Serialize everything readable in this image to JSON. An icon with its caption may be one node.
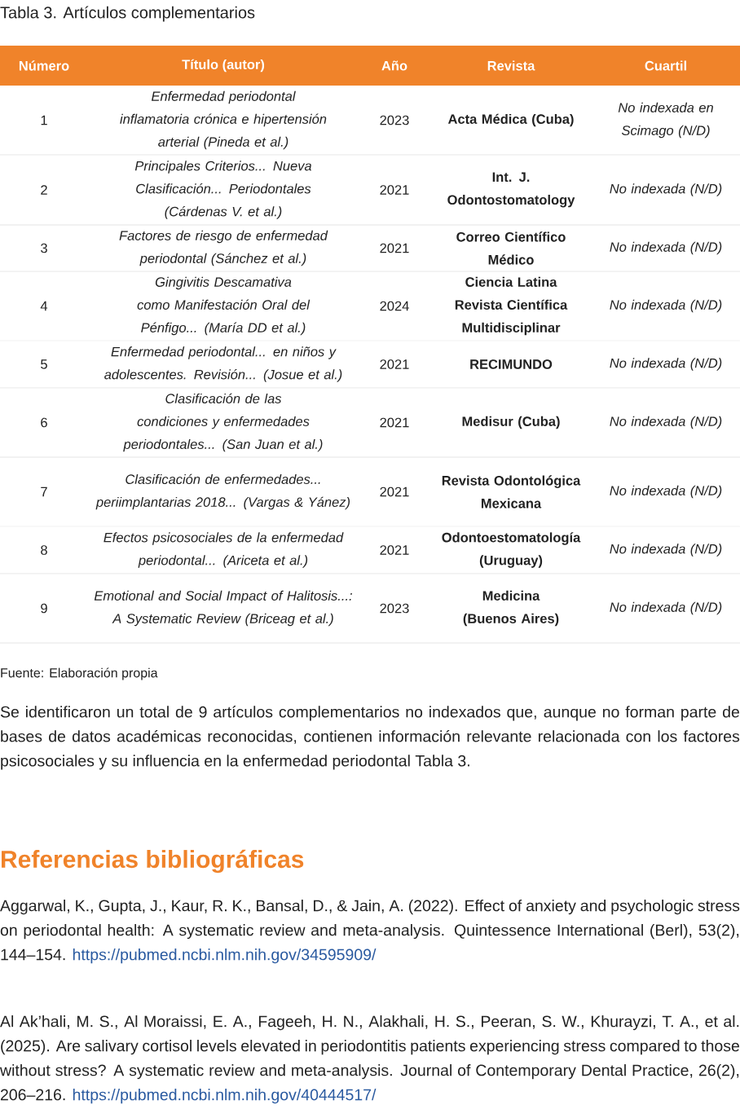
{
  "diagram": {
    "title": "Tabla 3. Artículos complementarios",
    "labels": [
      "Número",
      "Título (autor)",
      "Año",
      "Revista",
      "Cuartil",
      "1",
      "Enfermedad periodontal inflamatoria crónica e hipertensión arterial (Pineda et al.)",
      "2023",
      "Acta Médica (Cuba)",
      "No indexada en Scimago (N/D)",
      "2",
      "Principales Criterios... Nueva Clasificación... Periodontales (Cárdenas V. et al.)",
      "2021",
      "Int. J. Odontostomatology",
      "No indexada (N/D)",
      "3",
      "Factores de riesgo de enfermedad periodontal (Sánchez et al.)",
      "2021",
      "Correo Científico Médico",
      "No indexada (N/D)",
      "4",
      "Gingivitis Descamativa como Manifestación Oral del Pénfigo... (María DD et al.)",
      "2024",
      "Ciencia Latina Revista Científica Multidisciplinar",
      "No indexada (N/D)",
      "5",
      "Enfermedad periodontal... en niños y adolescentes. Revisión... (Josue et al.)",
      "2021",
      "RECIMUNDO",
      "No indexada (N/D)",
      "6",
      "Clasificación de las condiciones y enfermedades periodontales... (San Juan et al.)",
      "2021",
      "Medisur (Cuba)",
      "No indexada (N/D)",
      "7",
      "Clasificación de enfermedades... periimplantarias 2018... (Vargas & Yánez)",
      "2021",
      "Revista Odontológica Mexicana",
      "No indexada (N/D)",
      "8",
      "Efectos psicosociales de la enfermedad periodontal... (Ariceta et al.)",
      "2021",
      "Odontoestomatología (Uruguay)",
      "No indexada (N/D)",
      "9",
      "Emotional and Social Impact of Halitosis...: A Systematic Review (Briceag et al.)",
      "2023",
      "Medicina (Buenos Aires)",
      "No indexada (N/D)",
      "Fuente: Elaboración propia",
      "Se identificaron un total de 9 artículos complementarios no indexados que, aunque no forman parte de bases de datos académicas reconocidas, contienen información relevante relacionada con los factores psicosociales y su influencia en la enfermedad periodontal Tabla 3.",
      "Referencias bibliográficas",
      "Aggarwal, K., Gupta, J., Kaur, R. K., Bansal, D., & Jain, A. (2022). Effect of anxiety and psychologic stress on periodontal health: A systematic review and meta-analysis. Quintessence International (Berl), 53(2), 144–154.",
      "https://pubmed.ncbi.nlm.nih.gov/34595909/",
      "Al Ak’hali, M. S., Al Moraissi, E. A., Fageeh, H. N., Alakhali, H. S., Peeran, S. W., Khurayzi, T. A., et al. (2025). Are salivary cortisol levels elevated in periodontitis patients experiencing stress compared to those without stress? A systematic review and meta-analysis. Journal of Contemporary Dental Practice, 26(2), 206–216.",
      "https://pubmed.ncbi.nlm.nih.gov/40444517/"
    ]
  }
}
